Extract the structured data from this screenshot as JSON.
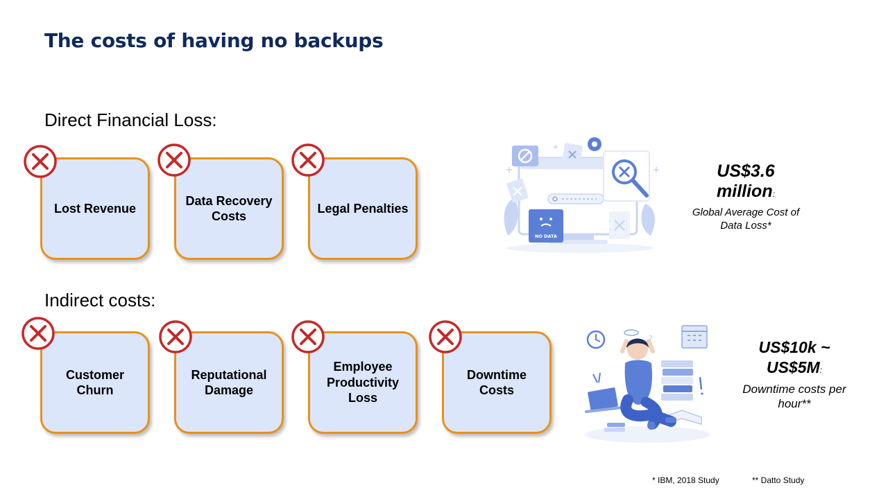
{
  "title": "The costs of having no backups",
  "direct": {
    "heading": "Direct Financial Loss:",
    "cards": [
      "Lost Revenue",
      "Data Recovery Costs",
      "Legal Penalties"
    ],
    "illustration_label": "NO DATA",
    "stat": {
      "value_line1": "US$3.6",
      "value_line2": "million",
      "colon": ":",
      "description": "Global Average Cost of Data Loss*"
    }
  },
  "indirect": {
    "heading": "Indirect costs:",
    "cards": [
      "Customer Churn",
      "Reputational Damage",
      "Employee Productivity Loss",
      "Downtime Costs"
    ],
    "stat": {
      "value_line1": "US$10k ~",
      "value_line2": "US$5M",
      "colon": ":",
      "description": "Downtime costs per hour**"
    }
  },
  "footnotes": {
    "ibm": "* IBM, 2018 Study",
    "datto": "** Datto Study"
  },
  "colors": {
    "title": "#0f2a5c",
    "card_fill": "#dbe6fa",
    "card_border": "#e8911c",
    "x_icon": "#c62828",
    "illustration": "#5b7fd6"
  },
  "icons": {
    "x_badge": "x-circle-icon",
    "data_loss": "no-data-computer-illustration",
    "downtime": "stressed-person-illustration"
  }
}
